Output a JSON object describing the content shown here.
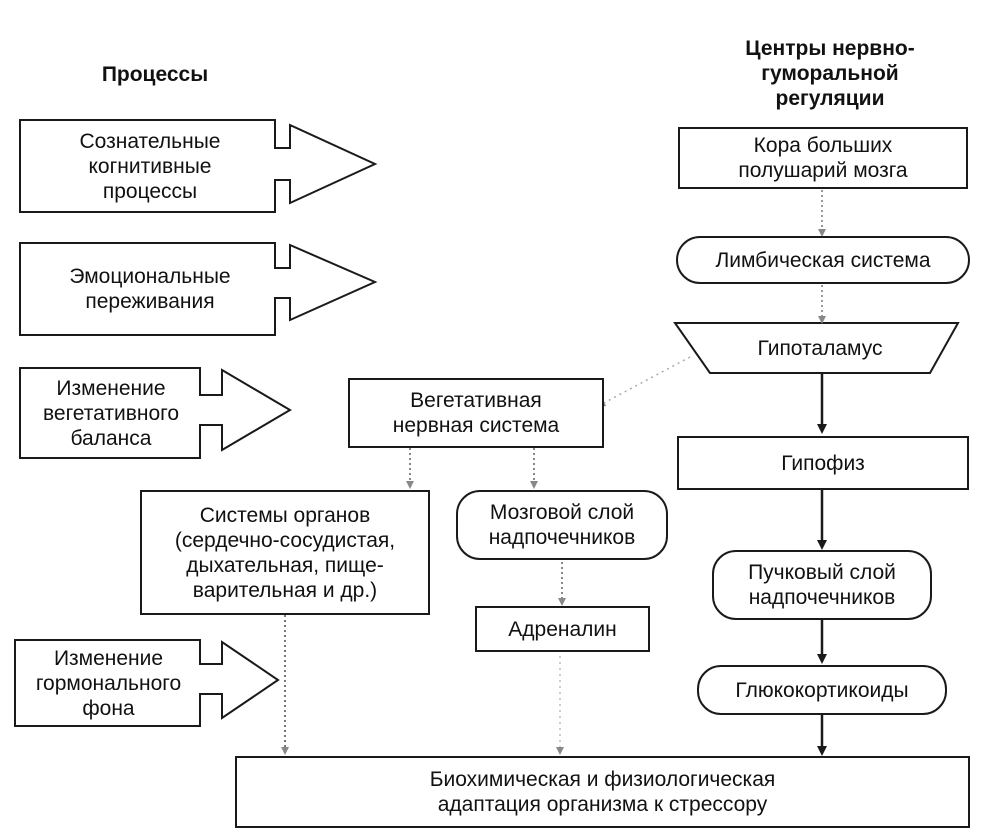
{
  "headers": {
    "processes": "Процессы",
    "centers": [
      "Центры нервно-",
      "гуморальной",
      "регуляции"
    ]
  },
  "process_arrows": [
    {
      "lines": [
        "Сознательные",
        "когнитивные",
        "процессы"
      ]
    },
    {
      "lines": [
        "Эмоциональные",
        "переживания"
      ]
    },
    {
      "lines": [
        "Изменение",
        "вегетативного",
        "баланса"
      ]
    },
    {
      "lines": [
        "Изменение",
        "гормонального",
        "фона"
      ]
    }
  ],
  "centers": {
    "cortex": [
      "Кора больших",
      "полушарий мозга"
    ],
    "limbic": "Лимбическая система",
    "hypothalamus": "Гипоталамус",
    "pituitary": "Гипофиз",
    "adrenal_cortex": [
      "Пучковый слой",
      "надпочечников"
    ],
    "glucocorticoids": "Глюкокортикоиды"
  },
  "middle": {
    "ans": [
      "Вегетативная",
      "нервная система"
    ],
    "organs": [
      "Системы органов",
      "(сердечно-сосудистая,",
      "дыхательная, пище-",
      "варительная и др.)"
    ],
    "adrenal_medulla": [
      "Мозговой слой",
      "надпочечников"
    ],
    "adrenaline": "Адреналин"
  },
  "bottom": [
    "Биохимическая и физиологическая",
    "адаптация организма к стрессору"
  ]
}
